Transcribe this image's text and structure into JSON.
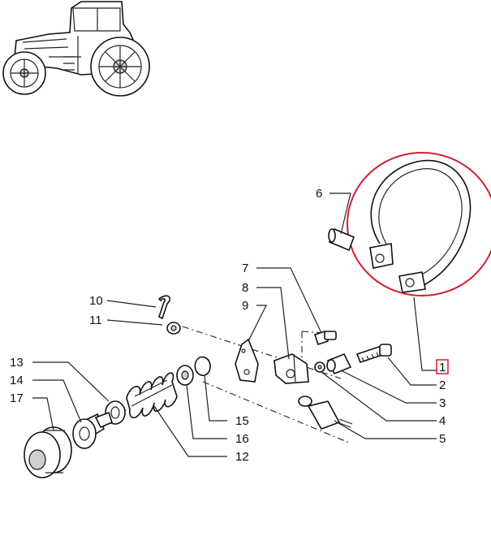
{
  "diagram": {
    "highlight_color": "#d0202e",
    "callouts": [
      {
        "id": "c1",
        "label": "1"
      },
      {
        "id": "c2",
        "label": "2"
      },
      {
        "id": "c3",
        "label": "3"
      },
      {
        "id": "c4",
        "label": "4"
      },
      {
        "id": "c5",
        "label": "5"
      },
      {
        "id": "c6",
        "label": "6"
      },
      {
        "id": "c7",
        "label": "7"
      },
      {
        "id": "c8",
        "label": "8"
      },
      {
        "id": "c9",
        "label": "9"
      },
      {
        "id": "c10",
        "label": "10"
      },
      {
        "id": "c11",
        "label": "11"
      },
      {
        "id": "c12",
        "label": "12"
      },
      {
        "id": "c13",
        "label": "13"
      },
      {
        "id": "c14",
        "label": "14"
      },
      {
        "id": "c15",
        "label": "15"
      },
      {
        "id": "c16",
        "label": "16"
      },
      {
        "id": "c17",
        "label": "17"
      }
    ],
    "selected_callout": "1"
  }
}
